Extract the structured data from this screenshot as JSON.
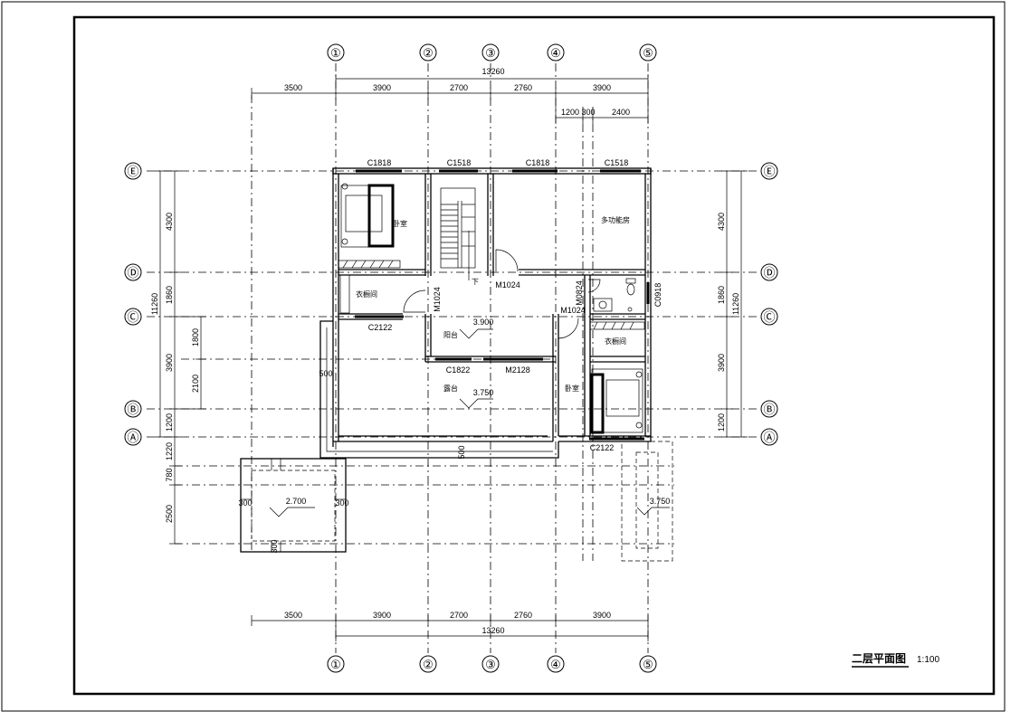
{
  "drawing": {
    "title": "二层平面图",
    "scale": "1:100"
  },
  "axes": {
    "columns": [
      "①",
      "②",
      "③",
      "④",
      "⑤"
    ],
    "rows": [
      "Ⓔ",
      "Ⓓ",
      "Ⓒ",
      "Ⓑ",
      "Ⓐ"
    ]
  },
  "dimensions": {
    "top_total": "13260",
    "top_segments": [
      "3500",
      "3900",
      "2700",
      "2760",
      "3900"
    ],
    "top_sub": [
      "1200",
      "300",
      "2400"
    ],
    "bottom_total": "13260",
    "bottom_segments": [
      "3500",
      "3900",
      "2700",
      "2760",
      "3900"
    ],
    "left_total": "11260",
    "left_segments": [
      "4300",
      "1860",
      "3900",
      "1200"
    ],
    "left_inner": [
      "1800",
      "2100"
    ],
    "left_lower": [
      "1220",
      "780",
      "2500"
    ],
    "right_total": "11260",
    "right_segments": [
      "4300",
      "1860",
      "3900",
      "1200"
    ],
    "small": [
      "500",
      "500",
      "300",
      "300",
      "300"
    ]
  },
  "windows": {
    "c1818_a": "C1818",
    "c1518_a": "C1518",
    "c1818_b": "C1818",
    "c1518_b": "C1518",
    "c2122_a": "C2122",
    "c1822": "C1822",
    "c2122_b": "C2122",
    "c0918": "C0918"
  },
  "doors": {
    "m1024_a": "M1024",
    "m1024_b": "M1024",
    "m1024_c": "M1024",
    "m0824": "M0824",
    "m2128": "M2128"
  },
  "rooms": {
    "bedroom_a": "卧室",
    "multi": "多功能房",
    "closet_a": "衣橱间",
    "closet_b": "衣橱间",
    "balcony": "阳台",
    "terrace": "露台",
    "bedroom_b": "卧室",
    "down": "下"
  },
  "levels": {
    "balcony": "3.900",
    "terrace": "3.750",
    "roof_left": "2.700",
    "roof_right": "3.750"
  }
}
